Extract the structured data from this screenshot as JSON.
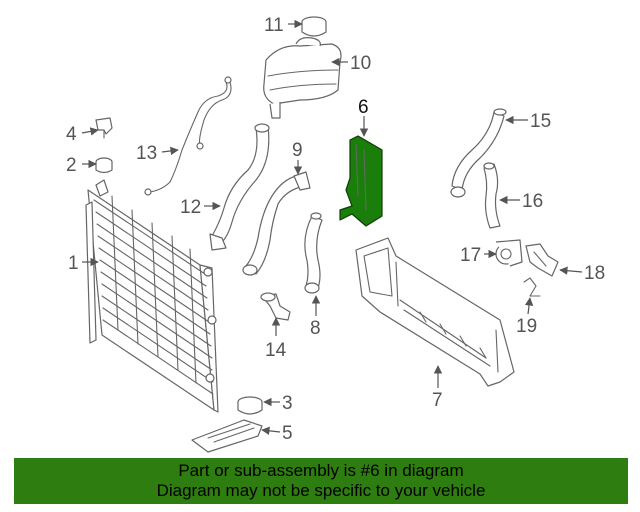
{
  "diagram": {
    "highlight_color": "#1a7f0a",
    "callouts": {
      "c1": "1",
      "c2": "2",
      "c3": "3",
      "c4": "4",
      "c5": "5",
      "c6": "6",
      "c7": "7",
      "c8": "8",
      "c9": "9",
      "c10": "10",
      "c11": "11",
      "c12": "12",
      "c13": "13",
      "c14": "14",
      "c15": "15",
      "c16": "16",
      "c17": "17",
      "c18": "18",
      "c19": "19"
    }
  },
  "banner": {
    "background": "#2e7d10",
    "line1": "Part or sub-assembly is #6 in diagram",
    "line2": "Diagram may not be specific to your vehicle"
  }
}
